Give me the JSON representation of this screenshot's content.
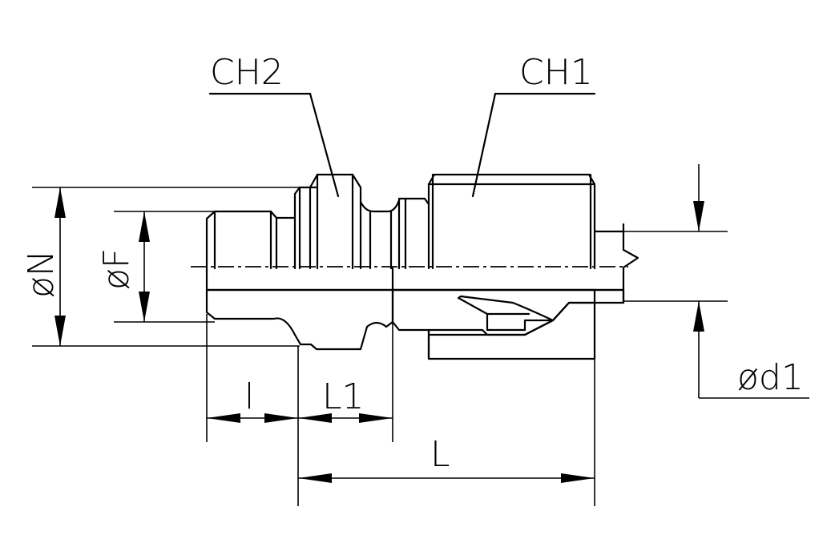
{
  "labels": {
    "ch2": "CH2",
    "ch1": "CH1",
    "dia_n": "øN",
    "dia_f": "øF",
    "dia_d1": "ød1",
    "len_l": "l",
    "len_l1": "L1",
    "len_big_l": "L"
  }
}
